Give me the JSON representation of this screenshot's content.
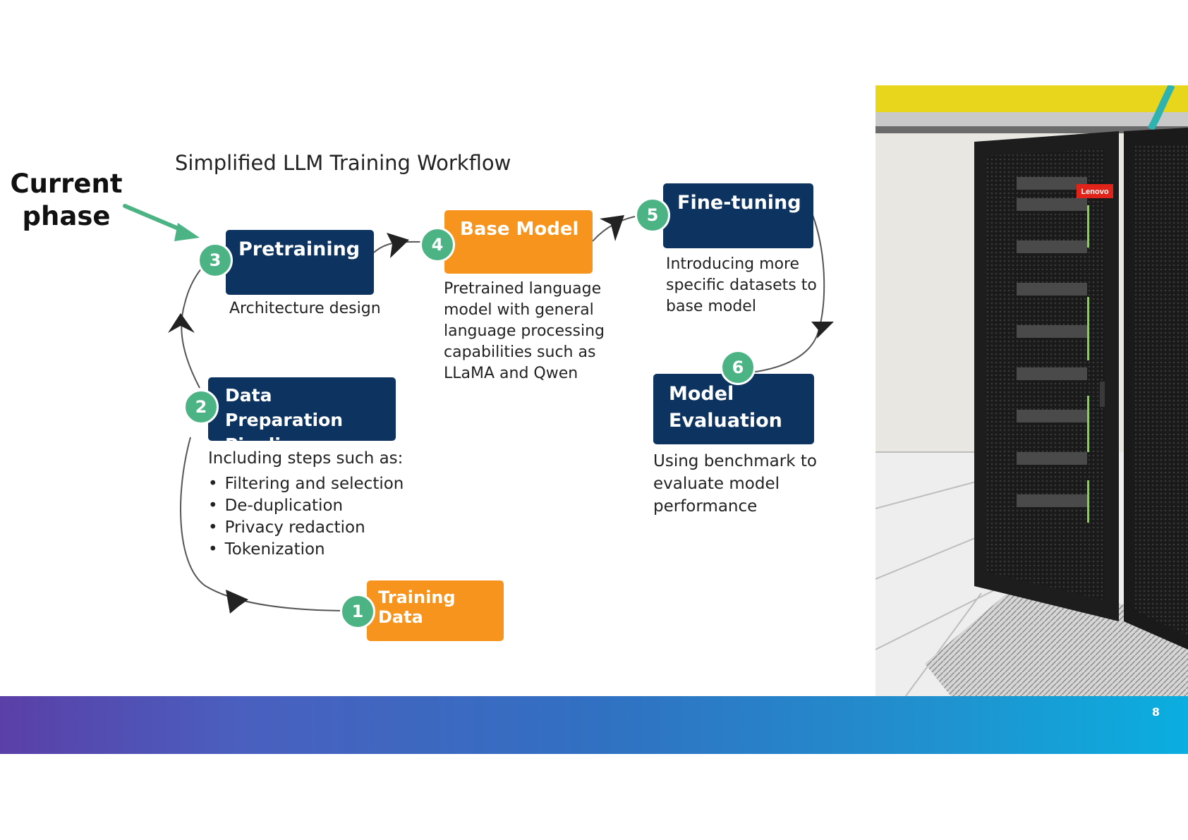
{
  "callout": {
    "line1": "Current",
    "line2": "phase"
  },
  "diagram": {
    "title": "Simplified LLM Training Workflow",
    "steps": [
      {
        "number": "1",
        "label": "Training Data"
      },
      {
        "number": "2",
        "label_line1": "Data Preparation",
        "label_line2": "Pipeline",
        "intro": "Including steps such as:",
        "bullets": [
          "Filtering and selection",
          "De-duplication",
          "Privacy redaction",
          "Tokenization"
        ]
      },
      {
        "number": "3",
        "label": "Pretraining",
        "desc": "Architecture design"
      },
      {
        "number": "4",
        "label": "Base Model",
        "desc_lines": [
          "Pretrained language",
          "model with general",
          "language processing",
          "capabilities such as",
          "LLaMA and Qwen"
        ]
      },
      {
        "number": "5",
        "label": "Fine-tuning",
        "desc_lines": [
          "Introducing more",
          "specific datasets to",
          "base model"
        ]
      },
      {
        "number": "6",
        "label_line1": "Model",
        "label_line2": "Evaluation",
        "desc_lines": [
          "Using benchmark to",
          "evaluate model",
          "performance"
        ]
      }
    ]
  },
  "photo": {
    "brand_label": "Lenovo"
  },
  "footer": {
    "page_number": "8"
  },
  "colors": {
    "navy": "#0d3461",
    "orange": "#f7941d",
    "badge_green": "#4cb384",
    "callout_arrow": "#4cb384"
  }
}
